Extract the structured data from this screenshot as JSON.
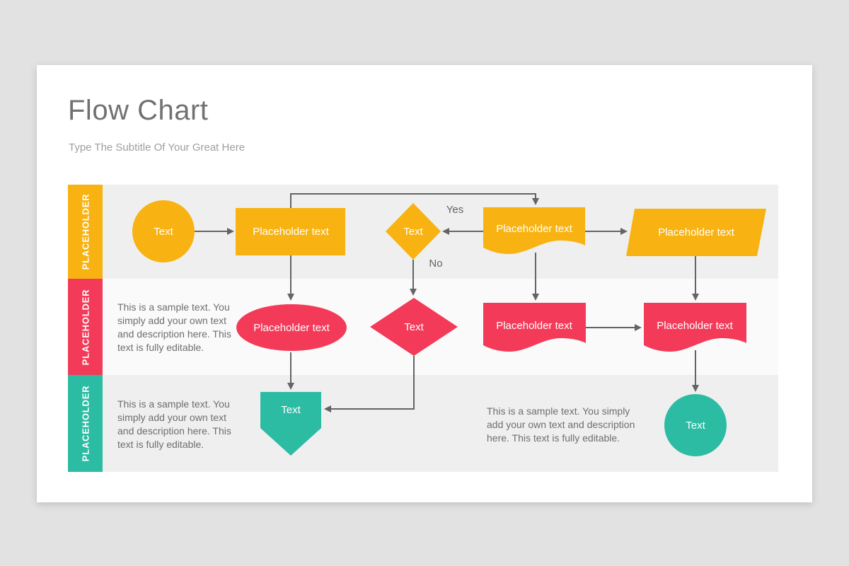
{
  "slide": {
    "title": "Flow Chart",
    "subtitle": "Type The Subtitle Of Your Great Here"
  },
  "colors": {
    "yellow": "#f8b312",
    "pink": "#f33b59",
    "teal": "#2cbca3",
    "line": "#646464",
    "row-bg": "#efefef",
    "row-bg-alt": "#fafafa",
    "text-gray": "#6e6e6e",
    "title-gray": "#717171",
    "subtitle-gray": "#9e9e9e",
    "page-bg": "#e2e2e2",
    "slide-bg": "#ffffff"
  },
  "rows": [
    {
      "tab": "PLACEHOLDER"
    },
    {
      "tab": "PLACEHOLDER"
    },
    {
      "tab": "PLACEHOLDER"
    }
  ],
  "flowchart": {
    "row1": {
      "circle": "Text",
      "process": "Placeholder text",
      "decision": "Text",
      "document": "Placeholder text",
      "parallelogram": "Placeholder text",
      "yes_label": "Yes",
      "no_label": "No"
    },
    "row2": {
      "description": "This is a sample text. You simply add your own text and description here. This text is fully editable.",
      "ellipse": "Placeholder text",
      "decision": "Text",
      "document1": "Placeholder text",
      "document2": "Placeholder text"
    },
    "row3": {
      "description1": "This is a sample text. You simply add your own text and description here. This text is fully editable.",
      "pentagon": "Text",
      "description2": "This is a sample text. You simply add your own text and description here. This text is fully editable.",
      "circle": "Text"
    }
  }
}
